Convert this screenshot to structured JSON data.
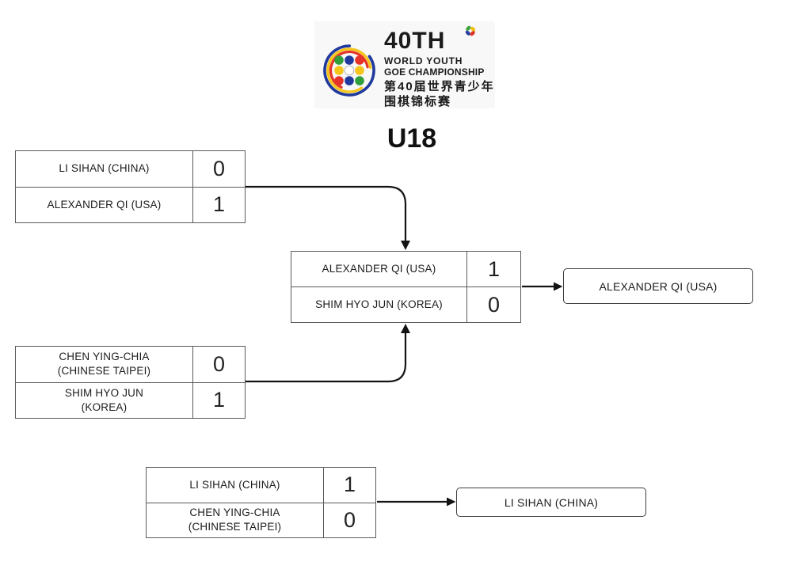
{
  "logo": {
    "line1": "40TH",
    "line2": "WORLD YOUTH",
    "line3": "GOE CHAMPIONSHIP",
    "cn_line1": "第40届世界青少年",
    "cn_line2": "围棋锦标赛"
  },
  "title": "U18",
  "bracket": {
    "semifinal_top": {
      "players": [
        {
          "name": "LI SIHAN (CHINA)",
          "score": "0"
        },
        {
          "name": "ALEXANDER QI (USA)",
          "score": "1"
        }
      ]
    },
    "semifinal_bottom": {
      "players": [
        {
          "name": "CHEN YING-CHIA\n(CHINESE TAIPEI)",
          "score": "0"
        },
        {
          "name": "SHIM HYO JUN\n(KOREA)",
          "score": "1"
        }
      ]
    },
    "final": {
      "players": [
        {
          "name": "ALEXANDER QI (USA)",
          "score": "1"
        },
        {
          "name": "SHIM HYO JUN (KOREA)",
          "score": "0"
        }
      ]
    },
    "champion": "ALEXANDER QI (USA)",
    "third_place_match": {
      "players": [
        {
          "name": "LI SIHAN (CHINA)",
          "score": "1"
        },
        {
          "name": "CHEN YING-CHIA\n(CHINESE TAIPEI)",
          "score": "0"
        }
      ]
    },
    "third_place_winner": "LI SIHAN (CHINA)"
  },
  "colors": {
    "connector": "#141414",
    "box_border": "#5a5a5a",
    "logo_background": "#f8f8f8",
    "emblem_blue": "#20399c",
    "emblem_red": "#e63329",
    "emblem_yellow": "#f6c51a",
    "emblem_green": "#2f9e3b",
    "text": "#1c1c1c"
  }
}
